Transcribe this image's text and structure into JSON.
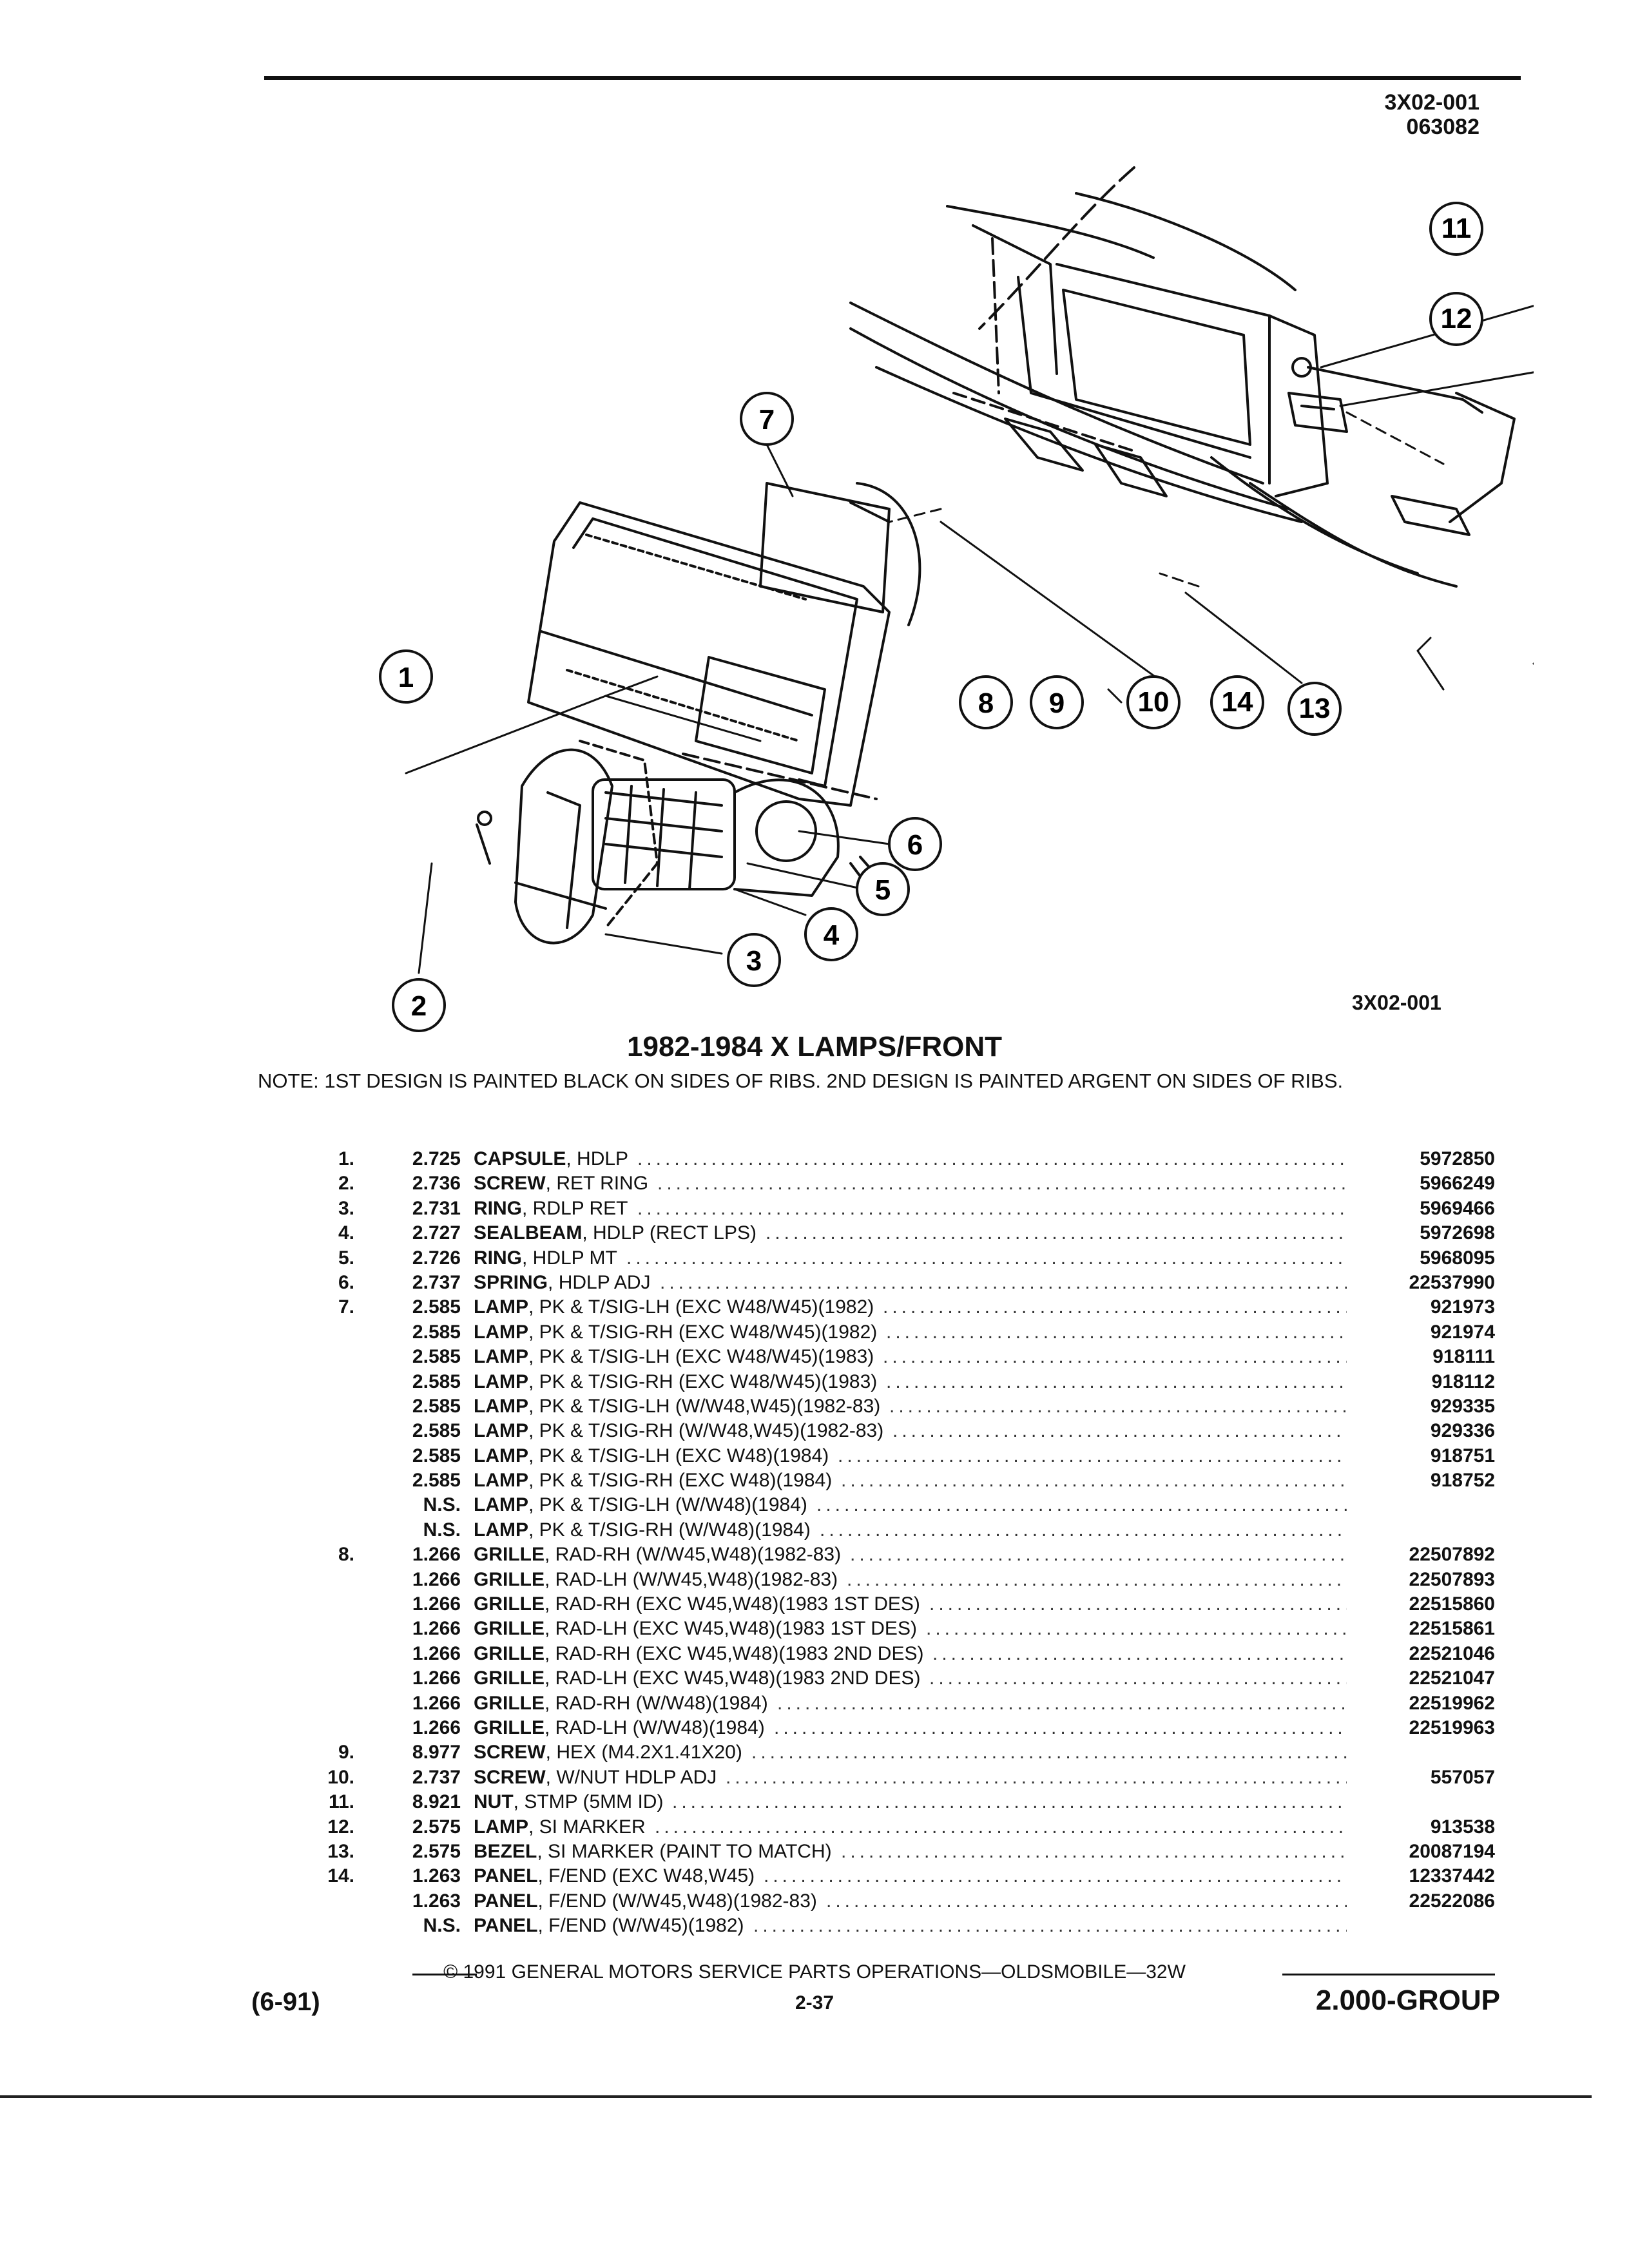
{
  "header": {
    "ref_id": "3X02-001",
    "ref_date": "063082"
  },
  "figure": {
    "id": "3X02-001",
    "callouts": [
      "1",
      "2",
      "3",
      "4",
      "5",
      "6",
      "7",
      "8",
      "9",
      "10",
      "11",
      "12",
      "13",
      "14"
    ]
  },
  "title": "1982-1984 X LAMPS/FRONT",
  "note": "NOTE:  1ST DESIGN IS PAINTED BLACK ON SIDES OF RIBS. 2ND DESIGN IS PAINTED ARGENT ON SIDES OF RIBS.",
  "parts": [
    {
      "idx": "1.",
      "code": "2.725",
      "name": "CAPSULE",
      "detail": ", HDLP",
      "pn": "5972850"
    },
    {
      "idx": "2.",
      "code": "2.736",
      "name": "SCREW",
      "detail": ", RET RING",
      "pn": "5966249"
    },
    {
      "idx": "3.",
      "code": "2.731",
      "name": "RING",
      "detail": ", RDLP RET",
      "pn": "5969466"
    },
    {
      "idx": "4.",
      "code": "2.727",
      "name": "SEALBEAM",
      "detail": ", HDLP (RECT LPS)",
      "pn": "5972698"
    },
    {
      "idx": "5.",
      "code": "2.726",
      "name": "RING",
      "detail": ", HDLP MT",
      "pn": "5968095"
    },
    {
      "idx": "6.",
      "code": "2.737",
      "name": "SPRING",
      "detail": ", HDLP ADJ",
      "pn": "22537990"
    },
    {
      "idx": "7.",
      "code": "2.585",
      "name": "LAMP",
      "detail": ", PK & T/SIG-LH (EXC W48/W45)(1982)",
      "pn": "921973"
    },
    {
      "idx": "",
      "code": "2.585",
      "name": "LAMP",
      "detail": ", PK & T/SIG-RH (EXC W48/W45)(1982)",
      "pn": "921974"
    },
    {
      "idx": "",
      "code": "2.585",
      "name": "LAMP",
      "detail": ", PK & T/SIG-LH (EXC W48/W45)(1983)",
      "pn": "918111"
    },
    {
      "idx": "",
      "code": "2.585",
      "name": "LAMP",
      "detail": ", PK & T/SIG-RH (EXC W48/W45)(1983)",
      "pn": "918112"
    },
    {
      "idx": "",
      "code": "2.585",
      "name": "LAMP",
      "detail": ", PK & T/SIG-LH (W/W48,W45)(1982-83)",
      "pn": "929335"
    },
    {
      "idx": "",
      "code": "2.585",
      "name": "LAMP",
      "detail": ", PK & T/SIG-RH (W/W48,W45)(1982-83)",
      "pn": "929336"
    },
    {
      "idx": "",
      "code": "2.585",
      "name": "LAMP",
      "detail": ", PK & T/SIG-LH (EXC W48)(1984)",
      "pn": "918751"
    },
    {
      "idx": "",
      "code": "2.585",
      "name": "LAMP",
      "detail": ", PK & T/SIG-RH (EXC W48)(1984)",
      "pn": "918752"
    },
    {
      "idx": "",
      "code": "N.S.",
      "name": "LAMP",
      "detail": ", PK & T/SIG-LH (W/W48)(1984)",
      "pn": ""
    },
    {
      "idx": "",
      "code": "N.S.",
      "name": "LAMP",
      "detail": ", PK & T/SIG-RH (W/W48)(1984)",
      "pn": ""
    },
    {
      "idx": "8.",
      "code": "1.266",
      "name": "GRILLE",
      "detail": ", RAD-RH (W/W45,W48)(1982-83)",
      "pn": "22507892"
    },
    {
      "idx": "",
      "code": "1.266",
      "name": "GRILLE",
      "detail": ", RAD-LH (W/W45,W48)(1982-83)",
      "pn": "22507893"
    },
    {
      "idx": "",
      "code": "1.266",
      "name": "GRILLE",
      "detail": ", RAD-RH (EXC W45,W48)(1983 1ST DES)",
      "pn": "22515860"
    },
    {
      "idx": "",
      "code": "1.266",
      "name": "GRILLE",
      "detail": ", RAD-LH (EXC W45,W48)(1983 1ST DES)",
      "pn": "22515861"
    },
    {
      "idx": "",
      "code": "1.266",
      "name": "GRILLE",
      "detail": ", RAD-RH (EXC W45,W48)(1983 2ND DES)",
      "pn": "22521046"
    },
    {
      "idx": "",
      "code": "1.266",
      "name": "GRILLE",
      "detail": ", RAD-LH (EXC W45,W48)(1983 2ND DES)",
      "pn": "22521047"
    },
    {
      "idx": "",
      "code": "1.266",
      "name": "GRILLE",
      "detail": ", RAD-RH (W/W48)(1984)",
      "pn": "22519962"
    },
    {
      "idx": "",
      "code": "1.266",
      "name": "GRILLE",
      "detail": ", RAD-LH (W/W48)(1984)",
      "pn": "22519963"
    },
    {
      "idx": "9.",
      "code": "8.977",
      "name": "SCREW",
      "detail": ", HEX (M4.2X1.41X20)",
      "pn": ""
    },
    {
      "idx": "10.",
      "code": "2.737",
      "name": "SCREW",
      "detail": ", W/NUT HDLP ADJ",
      "pn": "557057"
    },
    {
      "idx": "11.",
      "code": "8.921",
      "name": "NUT",
      "detail": ", STMP (5MM ID)",
      "pn": ""
    },
    {
      "idx": "12.",
      "code": "2.575",
      "name": "LAMP",
      "detail": ", SI MARKER",
      "pn": "913538"
    },
    {
      "idx": "13.",
      "code": "2.575",
      "name": "BEZEL",
      "detail": ", SI MARKER (PAINT TO MATCH)",
      "pn": "20087194"
    },
    {
      "idx": "14.",
      "code": "1.263",
      "name": "PANEL",
      "detail": ", F/END (EXC W48,W45)",
      "pn": "12337442"
    },
    {
      "idx": "",
      "code": "1.263",
      "name": "PANEL",
      "detail": ", F/END (W/W45,W48)(1982-83)",
      "pn": "22522086"
    },
    {
      "idx": "",
      "code": "N.S.",
      "name": "PANEL",
      "detail": ", F/END (W/W45)(1982)",
      "pn": ""
    }
  ],
  "footer": {
    "copyright": "© 1991 GENERAL MOTORS SERVICE PARTS OPERATIONS—OLDSMOBILE—32W",
    "page_code": "(6-91)",
    "page_number": "2-37",
    "group": "2.000-GROUP"
  }
}
